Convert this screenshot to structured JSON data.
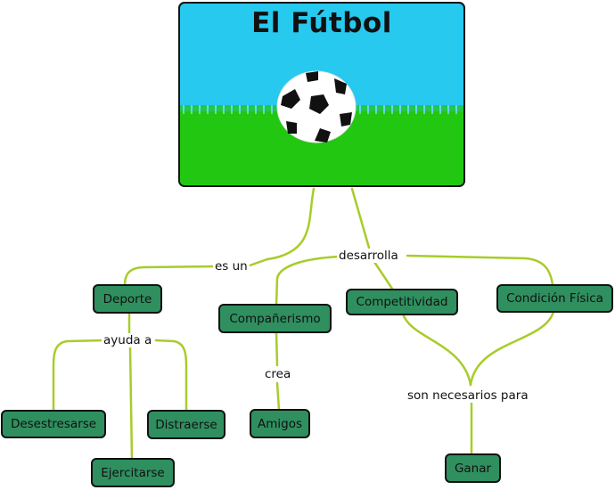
{
  "title": "El Fútbol",
  "nodes": {
    "deporte": "Deporte",
    "companerismo": "Compañerismo",
    "competitividad": "Competitividad",
    "condicion_fisica": "Condición Física",
    "desestresarse": "Desestresarse",
    "distraerse": "Distraerse",
    "ejercitarse": "Ejercitarse",
    "amigos": "Amigos",
    "ganar": "Ganar"
  },
  "links": {
    "es_un": "es un",
    "desarrolla": "desarrolla",
    "ayuda_a": "ayuda a",
    "crea": "crea",
    "son_necesarios_para": "son necesarios para"
  },
  "colors": {
    "node_fill": "#2f8f5f",
    "connector": "#a8cc2a",
    "sky": "#27c9ef",
    "grass": "#22c712"
  }
}
